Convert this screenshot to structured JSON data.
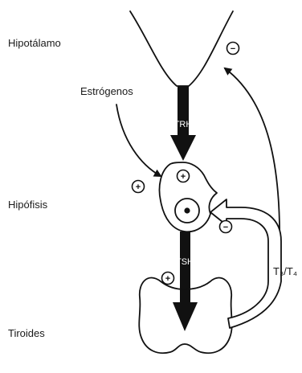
{
  "labels": {
    "hipotalamo": "Hipotálamo",
    "hipofisis": "Hipófisis",
    "tiroides": "Tiroides",
    "estrogenos": "Estrógenos",
    "trh": "TRH",
    "tsh": "TSH",
    "t3t4": "T₃/T₄"
  },
  "signs": {
    "plus": "+",
    "minus": "−"
  }
}
